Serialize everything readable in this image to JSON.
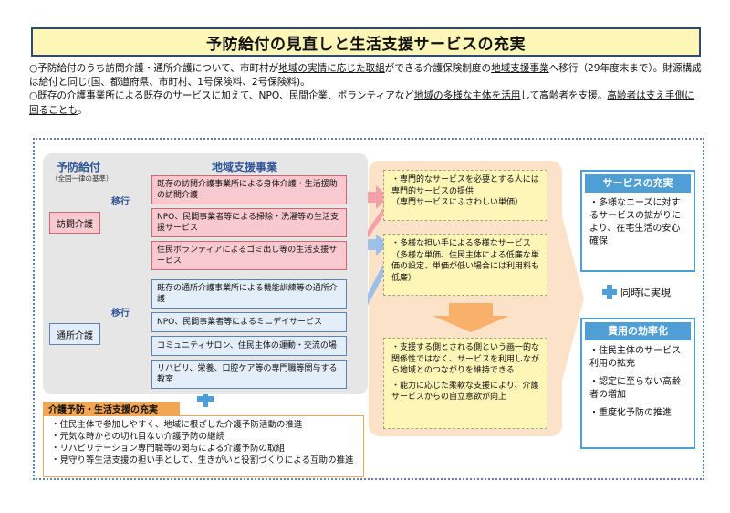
{
  "title": "予防給付の見直しと生活支援サービスの充実",
  "intro": {
    "p1_a": "○予防給付のうち訪問介護・通所介護について、市町村が",
    "p1_u1": "地域の実情に応じた取組",
    "p1_b": "ができる介護保険制度の",
    "p1_u2": "地域支援事業",
    "p1_c": "へ移行（29年度末まで）。財源構成は給付と同じ(国、都道府県、市町村、1号保険料、2号保険料)。",
    "p2_a": "○既存の介護事業所による既存のサービスに加えて、NPO、民間企業、ボランティアなど",
    "p2_u1": "地域の多様な主体を活用",
    "p2_b": "して高齢者を支援。",
    "p2_u2": "高齢者は支え手側に回ることも",
    "p2_c": "。"
  },
  "left": {
    "yobou_head": "予防給付",
    "yobou_note": "（全国一律の基準）",
    "chiiki_head": "地域支援事業",
    "ikou_1": "移行",
    "ikou_2": "移行",
    "houmon": "訪問介護",
    "tsusho": "通所介護"
  },
  "red_items": [
    "既存の訪問介護事業所による身体介護・生活援助の訪問介護",
    "NPO、民間事業者等による掃除・洗濯等の生活支援サービス",
    "住民ボランティアによるゴミ出し等の生活支援サービス"
  ],
  "blue_items": [
    "既存の通所介護事業所による機能訓練等の通所介護",
    "NPO、民間事業者等によるミニデイサービス",
    "コミュニティサロン、住民主体の運動・交流の場",
    "リハビリ、栄養、口腔ケア等の専門職等関与する教室"
  ],
  "middle": {
    "box1_a": "・専門的なサービスを必要とする人には専門的サービスの提供",
    "box1_b": "（専門サービスにふさわしい単価）",
    "box2_a": "・多様な担い手による多様なサービス",
    "box2_b": "（多様な単価、住民主体による低廉な単価の設定、単価が低い場合には利用料も低廉）",
    "box3_a": "・支援する側とされる側という画一的な関係性ではなく、サービスを利用しながら地域とのつながりを維持できる",
    "box3_b": "・能力に応じた柔軟な支援により、介護サービスからの自立意欲が向上"
  },
  "right": {
    "service_head": "サービスの充実",
    "service_body": "・多様なニーズに対するサービスの拡がりにより、在宅生活の安心確保",
    "simul": "同時に実現",
    "cost_head": "費用の効率化",
    "cost_items": [
      "・住民主体のサービス利用の拡充",
      "・認定に至らない高齢者の増加",
      "・重度化予防の推進"
    ]
  },
  "prevention": {
    "head": "介護予防・生活支援の充実",
    "items": [
      "・住民主体で参加しやすく、地域に根ざした介護予防活動の推進",
      "・元気な時からの切れ目ない介護予防の継続",
      "・リハビリテーション専門職等の関与による介護予防の取組",
      "・見守り等生活支援の担い手として、生きがいと役割づくりによる互助の推進"
    ]
  },
  "colors": {
    "navy": "#2f4a73",
    "yellow": "#fdf6b7",
    "pink": "#f8c9ce",
    "light_blue": "#e3eef9",
    "sky": "#4f9fd6",
    "orange": "#f2a552",
    "peach": "#fbe2c9"
  }
}
